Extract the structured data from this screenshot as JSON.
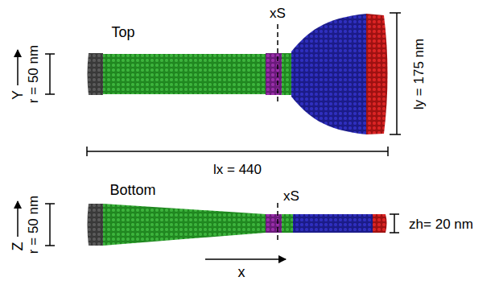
{
  "diagram": {
    "labels": [
      "Top",
      "r = 50 nm",
      "Y",
      "xS",
      "ly = 175 nm",
      "lx = 440",
      "Bottom",
      "r = 50 nm",
      "Z",
      "xS",
      "zh= 20 nm",
      "x"
    ]
  }
}
